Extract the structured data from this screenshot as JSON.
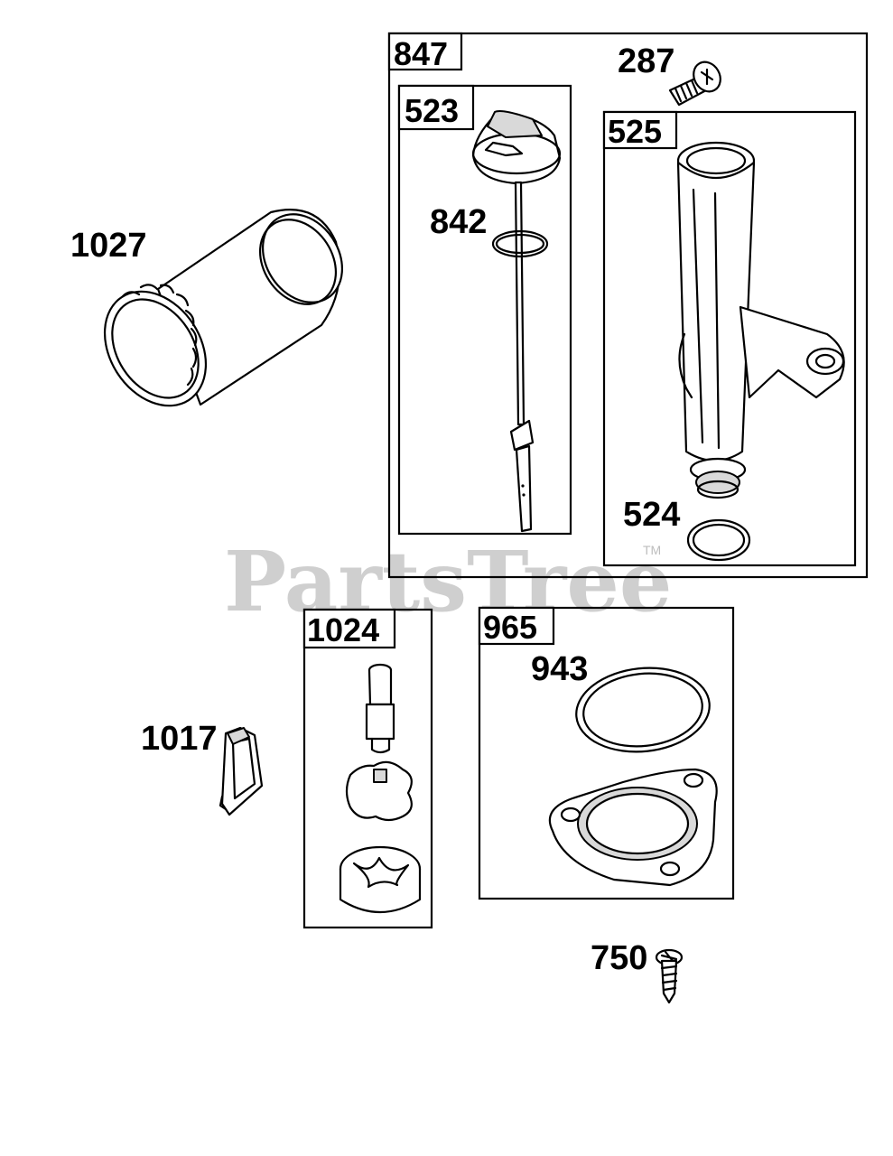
{
  "watermark": {
    "text": "PartsTree",
    "trademark": "TM"
  },
  "boxes": {
    "b847": "847",
    "b523": "523",
    "b525": "525",
    "b1024": "1024",
    "b965": "965"
  },
  "labels": {
    "l1027": "1027",
    "l287": "287",
    "l842": "842",
    "l524": "524",
    "l1017": "1017",
    "l943": "943",
    "l750": "750"
  }
}
